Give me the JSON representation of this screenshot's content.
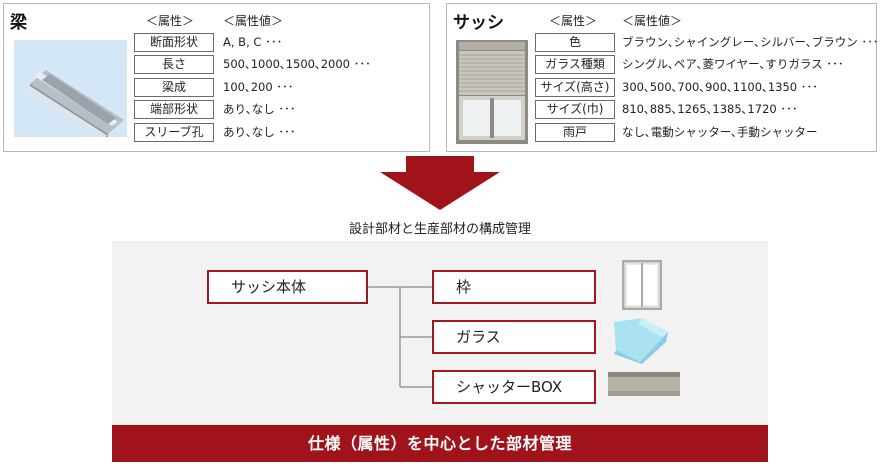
{
  "hari_panel": {
    "title": "梁",
    "attr_header": "＜属性＞",
    "value_header": "＜属性値＞",
    "rows": [
      {
        "attr": "断面形状",
        "value": "A, B, C ･･･"
      },
      {
        "attr": "長さ",
        "value": "500､1000､1500､2000 ･･･"
      },
      {
        "attr": "梁成",
        "value": "100､200 ･･･"
      },
      {
        "attr": "端部形状",
        "value": "あり､なし ･･･"
      },
      {
        "attr": "スリーブ孔",
        "value": "あり､なし ･･･"
      }
    ]
  },
  "sash_panel": {
    "title": "サッシ",
    "attr_header": "＜属性＞",
    "value_header": "＜属性値＞",
    "rows": [
      {
        "attr": "色",
        "value": "ブラウン､シャイングレー､シルバー､ブラウン ･･･"
      },
      {
        "attr": "ガラス種類",
        "value": "シングル､ペア､菱ワイヤー､すりガラス ･･･"
      },
      {
        "attr": "サイズ(高さ)",
        "value": "300､500､700､900､1100､1350 ･･･"
      },
      {
        "attr": "サイズ(巾)",
        "value": "810､885､1265､1385､1720 ･･･"
      },
      {
        "attr": "雨戸",
        "value": "なし､電動シャッター､手動シャッター"
      }
    ]
  },
  "caption": "設計部材と生産部材の構成管理",
  "tree": {
    "root": "サッシ本体",
    "children": [
      "枠",
      "ガラス",
      "シャッターBOX"
    ]
  },
  "banner": "仕様（属性）を中心とした部材管理",
  "colors": {
    "accent": "#a0131b",
    "border": "#b8b8b8",
    "area": "#f2f2f2"
  }
}
